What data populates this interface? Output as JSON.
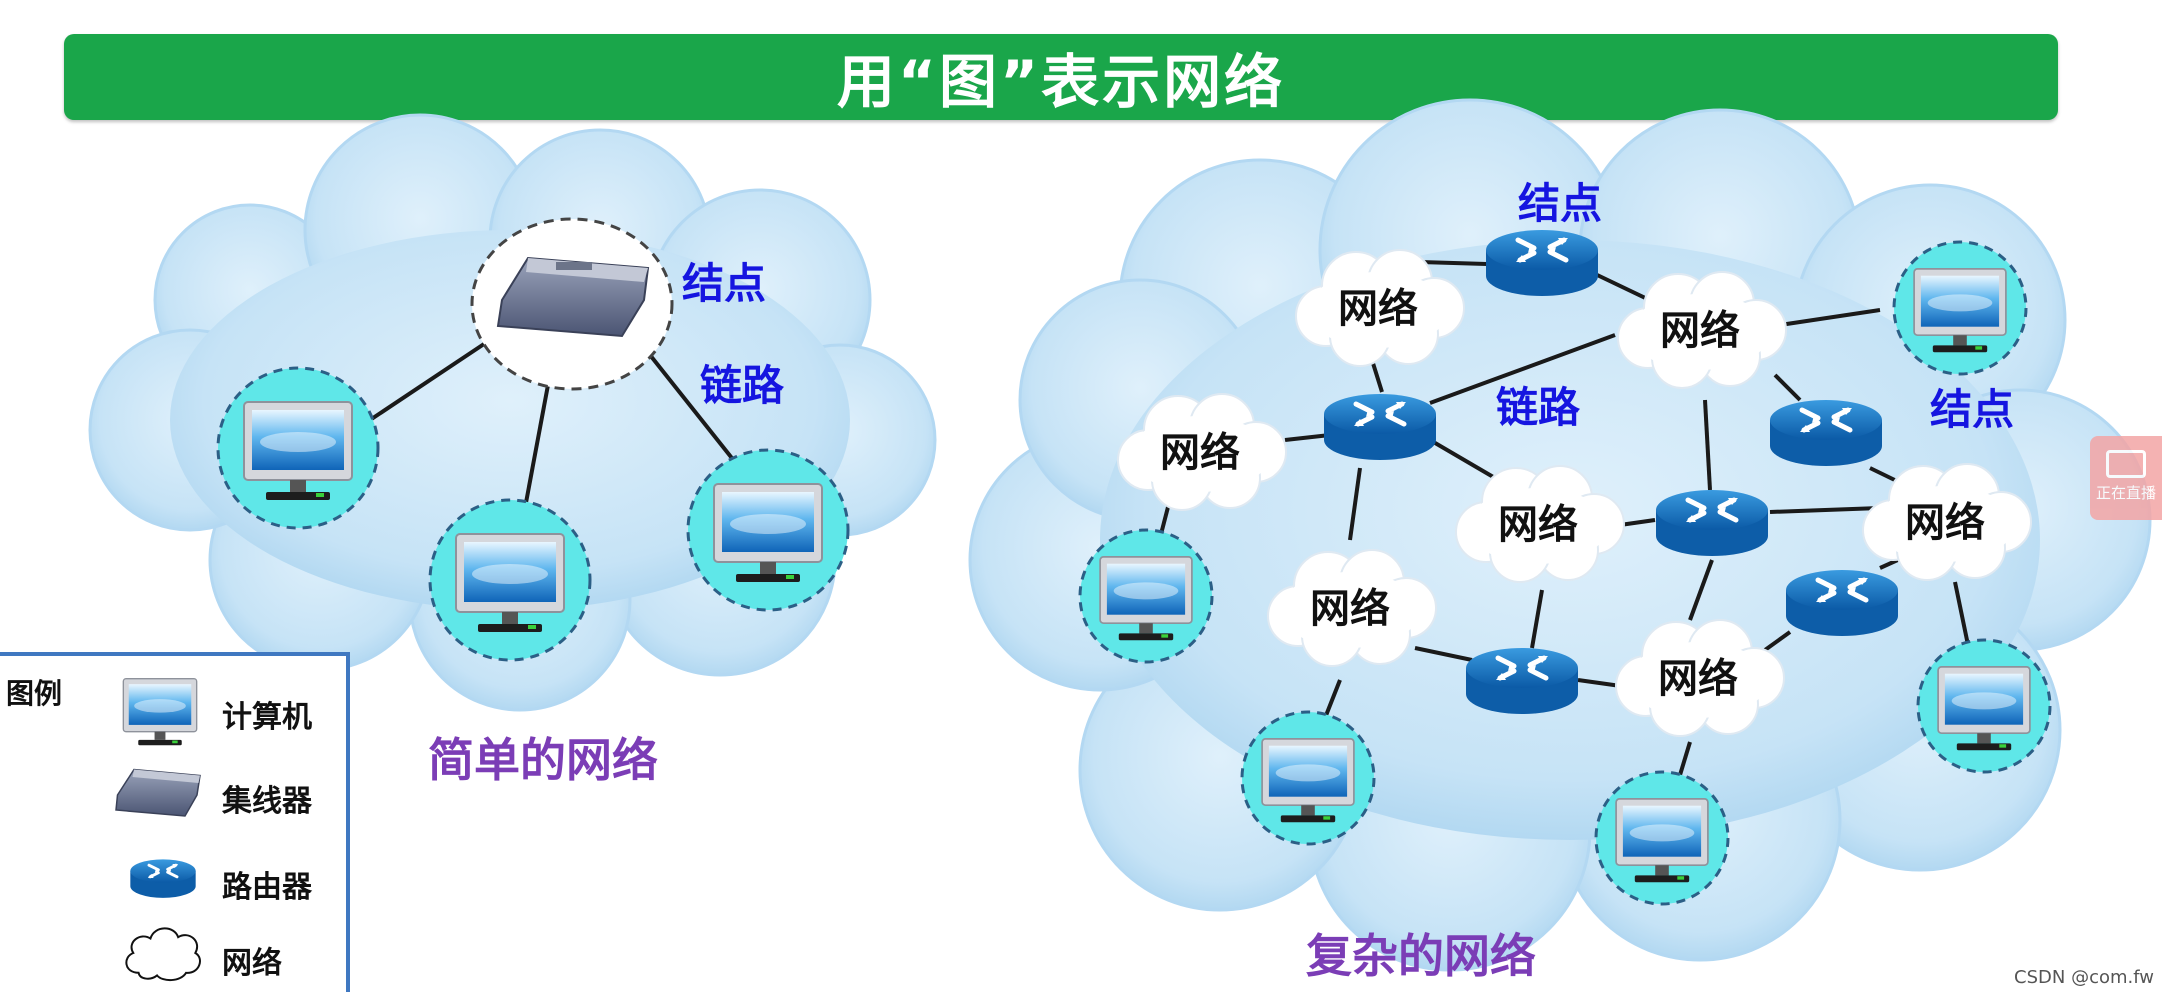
{
  "title": "用“图”表示网络",
  "simple": {
    "caption": "简单的网络",
    "node_label": "结点",
    "link_label": "链路"
  },
  "complex": {
    "caption": "复杂的网络",
    "node_label_top": "结点",
    "node_label_right": "结点",
    "link_label": "链路",
    "network_label": "网络"
  },
  "legend": {
    "title": "图例",
    "items": [
      {
        "icon": "computer-icon",
        "label": "计算机"
      },
      {
        "icon": "hub-icon",
        "label": "集线器"
      },
      {
        "icon": "router-icon",
        "label": "路由器"
      },
      {
        "icon": "cloud-icon",
        "label": "网络"
      }
    ]
  },
  "live_badge": "正在直播",
  "watermark": "CSDN @com.fw",
  "colors": {
    "banner": "#1aa64a",
    "label_blue": "#1515e0",
    "caption_purple": "#7b3db6",
    "cloud_fill": "#c9e5f7",
    "halo": "#5fe7e8"
  }
}
